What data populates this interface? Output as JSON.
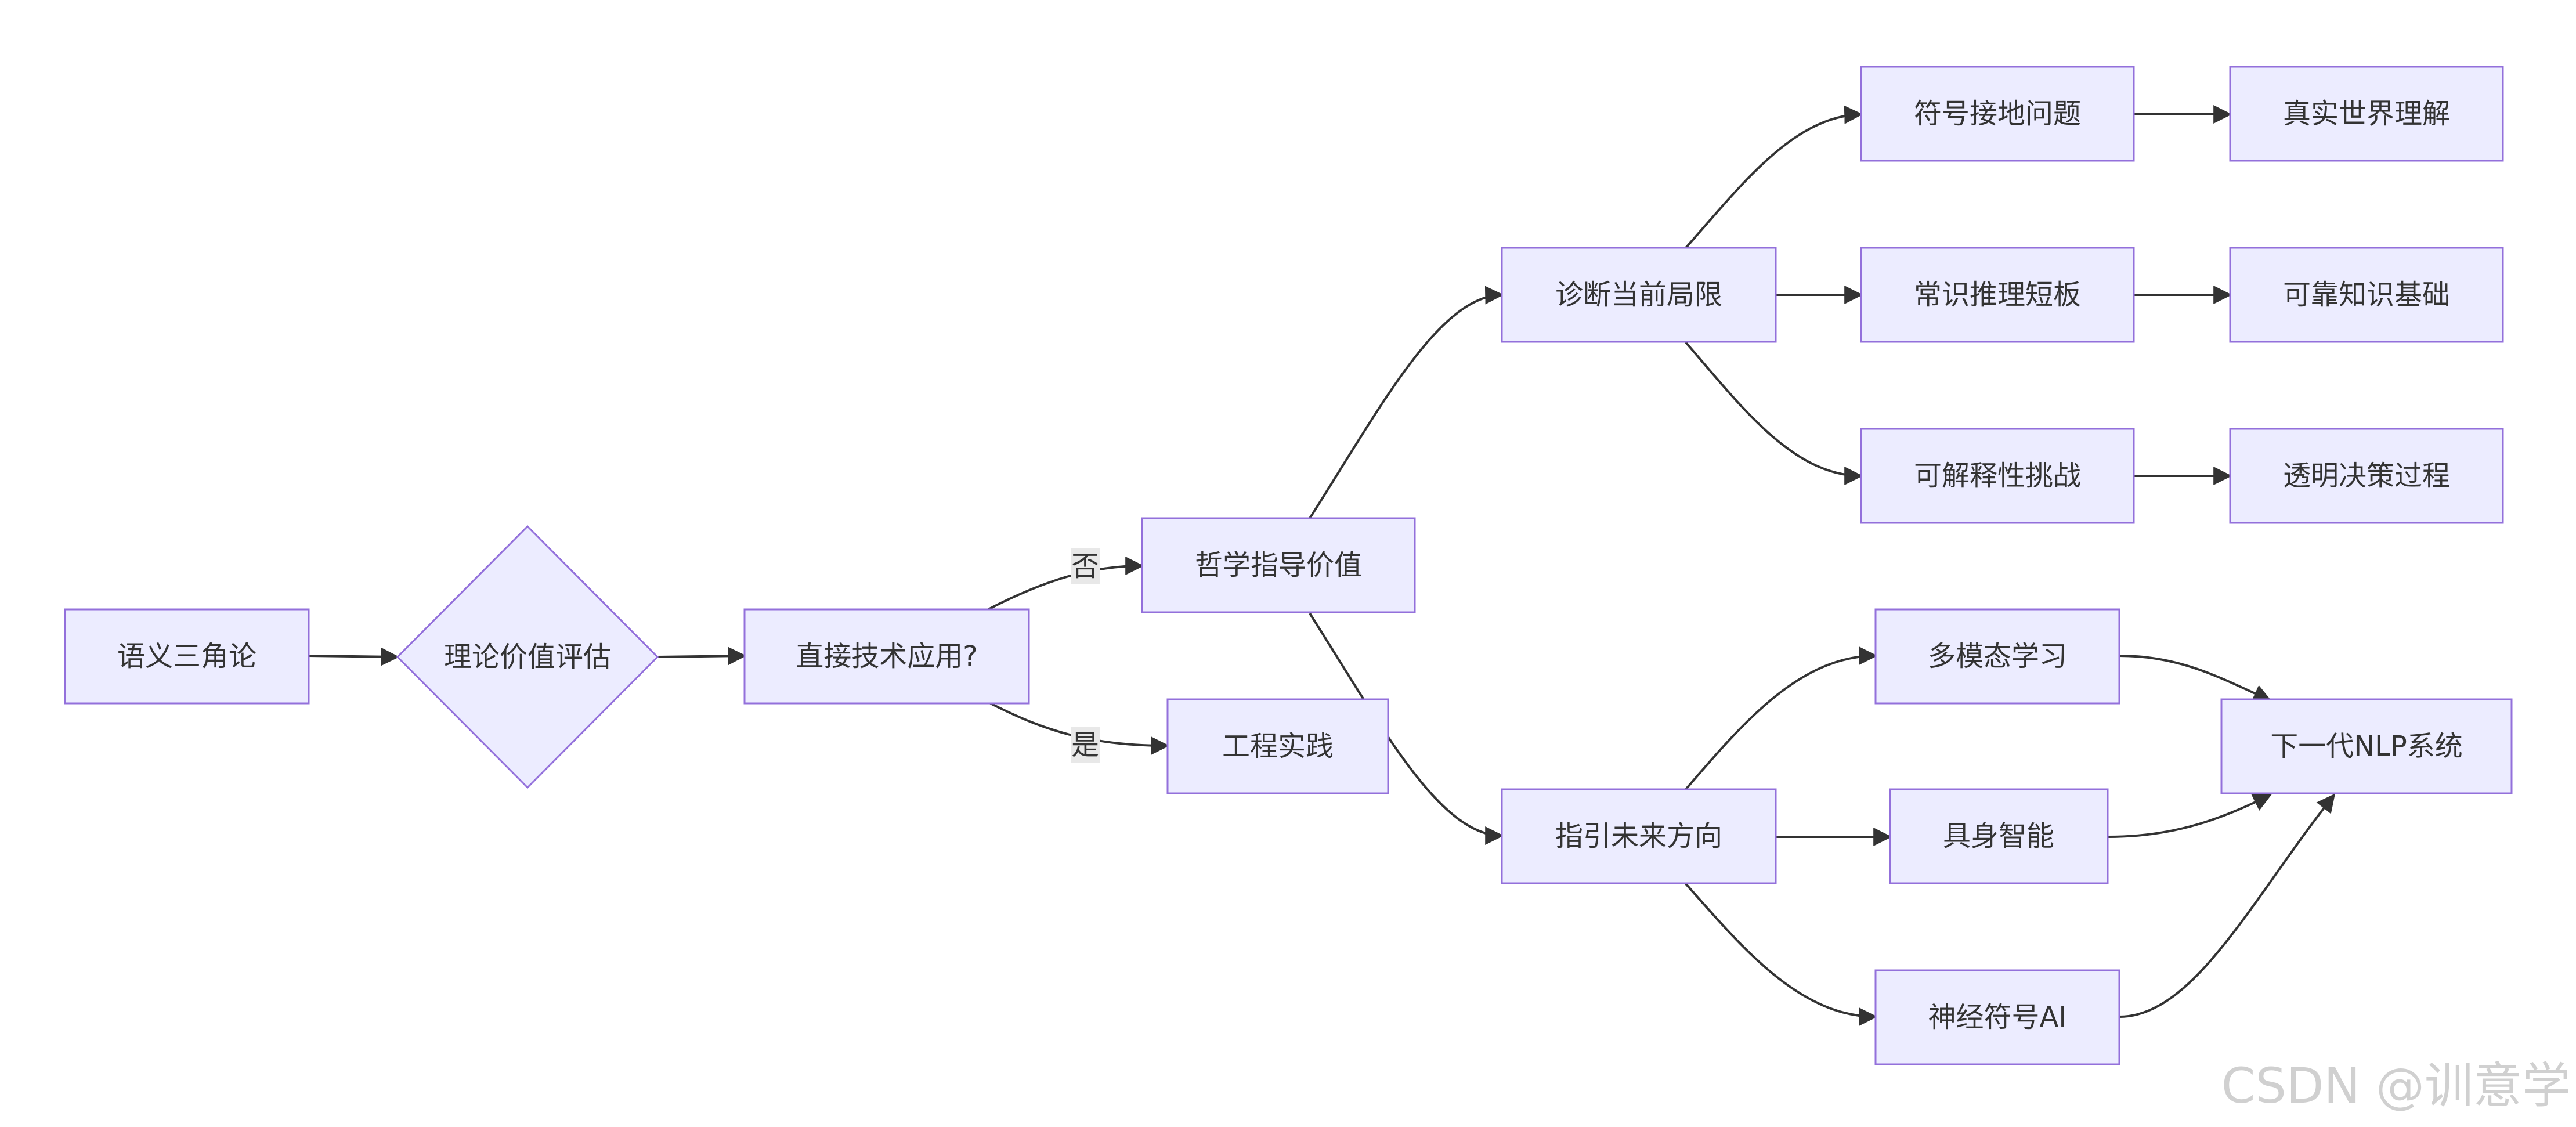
{
  "nodes": {
    "semantic_triangle": "语义三角论",
    "theory_value_eval": "理论价值评估",
    "direct_tech_app": "直接技术应用?",
    "philosophy_guide": "哲学指导价值",
    "engineering_practice": "工程实践",
    "diagnose_limits": "诊断当前局限",
    "guide_future": "指引未来方向",
    "symbol_grounding": "符号接地问题",
    "commonsense_reasoning": "常识推理短板",
    "explainability": "可解释性挑战",
    "real_world_understanding": "真实世界理解",
    "reliable_knowledge": "可靠知识基础",
    "transparent_decision": "透明决策过程",
    "multimodal_learning": "多模态学习",
    "embodied_intelligence": "具身智能",
    "neurosymbolic_ai": "神经符号AI",
    "next_gen_nlp": "下一代NLP系统"
  },
  "edge_labels": {
    "no": "否",
    "yes": "是"
  },
  "watermark": "CSDN @训意学",
  "colors": {
    "node_fill": "#ececff",
    "node_stroke": "#9370db",
    "edge": "#333333",
    "label_bg": "#e8e8e8"
  }
}
